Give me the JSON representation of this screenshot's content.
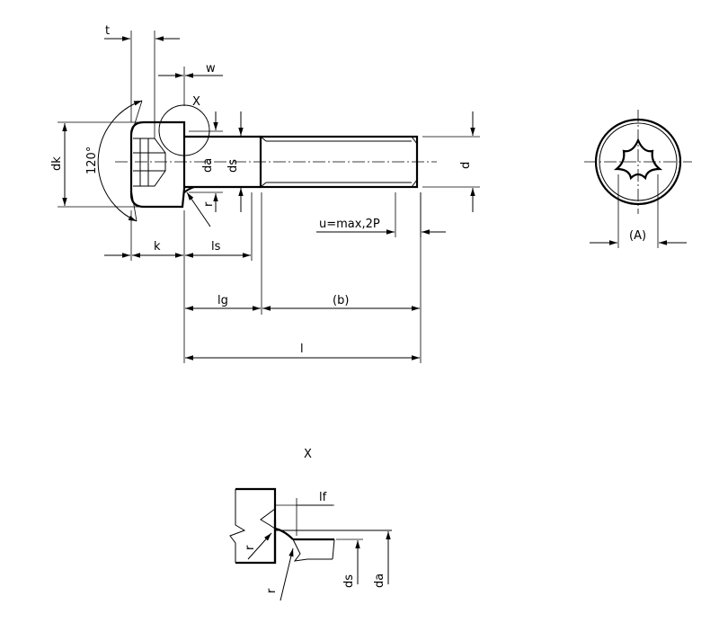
{
  "labels": {
    "t": "t",
    "w": "w",
    "x_callout": "X",
    "dk": "dk",
    "angle": "120°",
    "da": "da",
    "ds": "ds",
    "d": "d",
    "r": "r",
    "u": "u=max,2P",
    "k": "k",
    "ls": "ls",
    "lg": "lg",
    "b": "(b)",
    "l": "l",
    "A": "(A)",
    "detail_title": "X",
    "lf": "lf",
    "detail_r_upper": "r",
    "detail_r_lower": "r",
    "detail_ds": "ds",
    "detail_da": "da"
  }
}
